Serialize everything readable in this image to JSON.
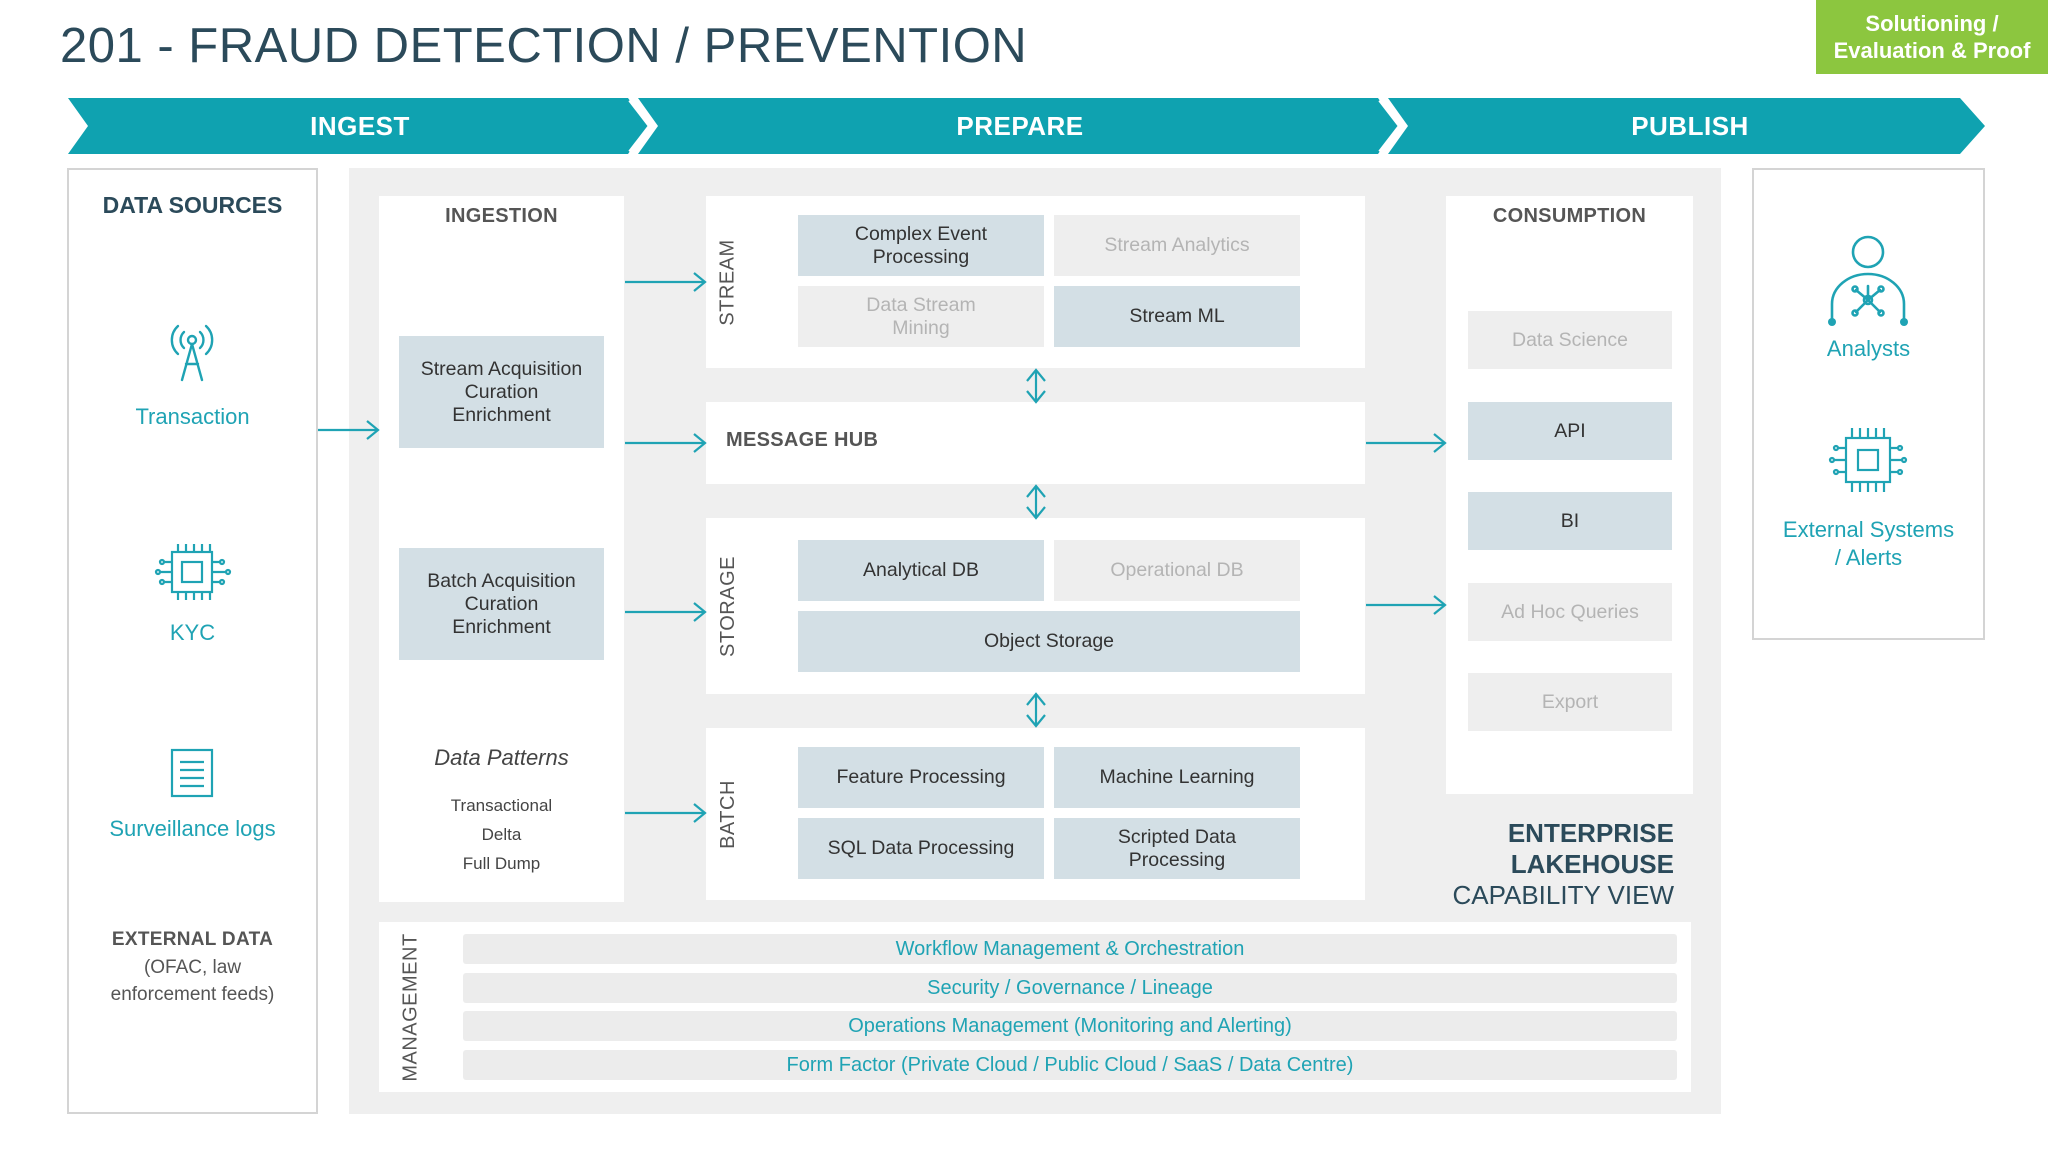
{
  "title": "201 - FRAUD DETECTION / PREVENTION",
  "badge": {
    "line1": "Solutioning /",
    "line2": "Evaluation & Proof"
  },
  "stages": [
    "INGEST",
    "PREPARE",
    "PUBLISH"
  ],
  "data_sources": {
    "heading": "DATA SOURCES",
    "items": [
      {
        "label": "Transaction",
        "icon": "antenna-icon"
      },
      {
        "label": "KYC",
        "icon": "chip-icon"
      },
      {
        "label": "Surveillance logs",
        "icon": "document-icon"
      }
    ],
    "external": {
      "line1": "EXTERNAL DATA",
      "line2": "(OFAC, law",
      "line3": "enforcement feeds)"
    }
  },
  "ingestion": {
    "heading": "INGESTION",
    "stream_box": {
      "line1": "Stream Acquisition",
      "line2": "Curation",
      "line3": "Enrichment"
    },
    "batch_box": {
      "line1": "Batch Acquisition",
      "line2": "Curation",
      "line3": "Enrichment"
    },
    "patterns_title": "Data Patterns",
    "patterns": [
      "Transactional",
      "Delta",
      "Full Dump"
    ]
  },
  "stream": {
    "label": "STREAM",
    "boxes": [
      {
        "line1": "Complex Event",
        "line2": "Processing",
        "active": true
      },
      {
        "line1": "Stream Analytics",
        "line2": "",
        "active": false
      },
      {
        "line1": "Data Stream",
        "line2": "Mining",
        "active": false
      },
      {
        "line1": "Stream ML",
        "line2": "",
        "active": true
      }
    ]
  },
  "message_hub": {
    "label": "MESSAGE HUB"
  },
  "storage": {
    "label": "STORAGE",
    "analytical": "Analytical DB",
    "operational": "Operational DB",
    "object": "Object Storage"
  },
  "batch": {
    "label": "BATCH",
    "boxes": [
      {
        "line1": "Feature Processing",
        "line2": ""
      },
      {
        "line1": "Machine Learning",
        "line2": ""
      },
      {
        "line1": "SQL Data Processing",
        "line2": ""
      },
      {
        "line1": "Scripted Data",
        "line2": "Processing"
      }
    ]
  },
  "consumption": {
    "heading": "CONSUMPTION",
    "items": [
      {
        "label": "Data Science",
        "active": false
      },
      {
        "label": "API",
        "active": true
      },
      {
        "label": "BI",
        "active": true
      },
      {
        "label": "Ad Hoc Queries",
        "active": false
      },
      {
        "label": "Export",
        "active": false
      }
    ]
  },
  "enterprise": {
    "line1": "ENTERPRISE",
    "line2": "LAKEHOUSE",
    "line3": "CAPABILITY VIEW"
  },
  "management": {
    "label": "MANAGEMENT",
    "rows": [
      "Workflow Management & Orchestration",
      "Security / Governance / Lineage",
      "Operations Management (Monitoring and Alerting)",
      "Form Factor (Private Cloud / Public Cloud / SaaS / Data Centre)"
    ]
  },
  "outputs": {
    "analysts": "Analysts",
    "external_line1": "External Systems",
    "external_line2": "/ Alerts"
  },
  "colors": {
    "teal": "#1fa3b4",
    "band": "#0fa2b0",
    "green": "#8cc63f",
    "box": "#d3dfe5"
  }
}
